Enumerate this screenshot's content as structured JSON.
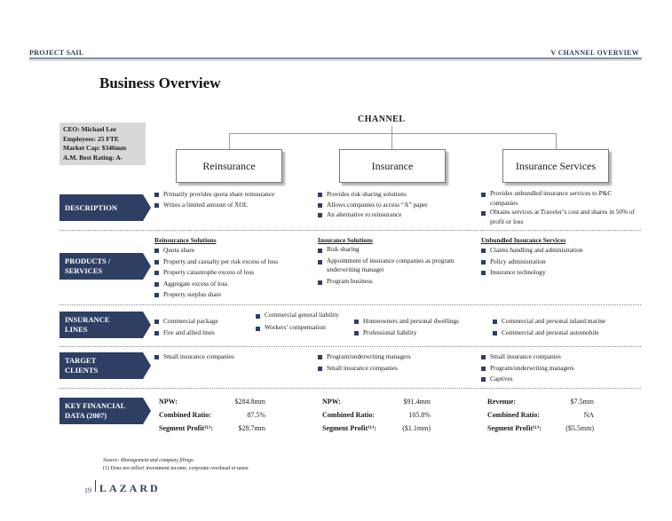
{
  "header": {
    "project": "PROJECT SAIL",
    "section": "V   CHANNEL OVERVIEW"
  },
  "title": "Business Overview",
  "channel_label": "CHANNEL",
  "ceo_box": [
    "CEO: Michael Lee",
    "Employees: 25 FTE",
    "Market Cap: $346mm",
    "A.M. Best Rating: A-"
  ],
  "columns": [
    "Reinsurance",
    "Insurance",
    "Insurance Services"
  ],
  "rows": {
    "description": {
      "label": [
        "DESCRIPTION"
      ],
      "col1": [
        "Primarily provides quota share reinsurance",
        "Writes a limited amount of XOL"
      ],
      "col2": [
        "Provides risk sharing solutions",
        "Allows companies to access “A” paper",
        "An alternative to reinsurance"
      ],
      "col3": [
        "Provides unbundled insurance services to P&C companies",
        "Obtains services at Traveler’s cost and shares in 50% of profit or loss"
      ]
    },
    "products": {
      "label": [
        "PRODUCTS /",
        "SERVICES"
      ],
      "col1_title": "Reinsurance Solutions",
      "col1": [
        "Quota share",
        "Property and casualty per risk excess of loss",
        "Property catastrophe excess of loss",
        "Aggregate excess of loss",
        "Property surplus share"
      ],
      "col2_title": "Insurance Solutions",
      "col2": [
        "Risk sharing",
        "Appointment of insurance companies as program underwriting manager",
        "Program business"
      ],
      "col3_title": "Unbundled Insurance Services",
      "col3": [
        "Claims handling and administration",
        "Policy administration",
        "Insurance technology"
      ]
    },
    "lines": {
      "label": [
        "INSURANCE",
        "LINES"
      ],
      "a": [
        "Commercial package",
        "Fire and allied lines"
      ],
      "b": [
        "Commercial general liability",
        "Workers’ compensation"
      ],
      "c": [
        "Homeowners and personal dwellings",
        "Professional liability"
      ],
      "d": [
        "Commercial and personal inland marine",
        "Commercial and personal automobile"
      ]
    },
    "clients": {
      "label": [
        "TARGET",
        "CLIENTS"
      ],
      "col1": [
        "Small insurance companies"
      ],
      "col2": [
        "Program/underwriting managers",
        "Small insurance companies"
      ],
      "col3": [
        "Small insurance companies",
        "Program/underwriting managers",
        "Captives"
      ]
    },
    "financial": {
      "label": [
        "KEY FINANCIAL",
        "DATA (2007)"
      ],
      "col1": [
        {
          "k": "NPW:",
          "v": "$284.8mm"
        },
        {
          "k": "Combined Ratio:",
          "v": "87.5%"
        },
        {
          "k": "Segment Profit⁽¹⁾:",
          "v": "$28.7mm"
        }
      ],
      "col2": [
        {
          "k": "NPW:",
          "v": "$91.4mm"
        },
        {
          "k": "Combined Ratio:",
          "v": "105.8%"
        },
        {
          "k": "Segment Profit⁽¹⁾:",
          "v": "($1.1mm)"
        }
      ],
      "col3": [
        {
          "k": "Revenue:",
          "v": "$7.5mm"
        },
        {
          "k": "Combined Ratio:",
          "v": "NA"
        },
        {
          "k": "Segment Profit⁽¹⁾:",
          "v": "($5.5mm)"
        }
      ]
    }
  },
  "source": "Source:  Management and company filings.",
  "footnote": "(1)     Does not reflect investment income, corporate overhead or taxes.",
  "page": "19",
  "logo": "LAZARD",
  "colors": {
    "navy": "#2e3f63",
    "gray": "#d8d8d8"
  }
}
